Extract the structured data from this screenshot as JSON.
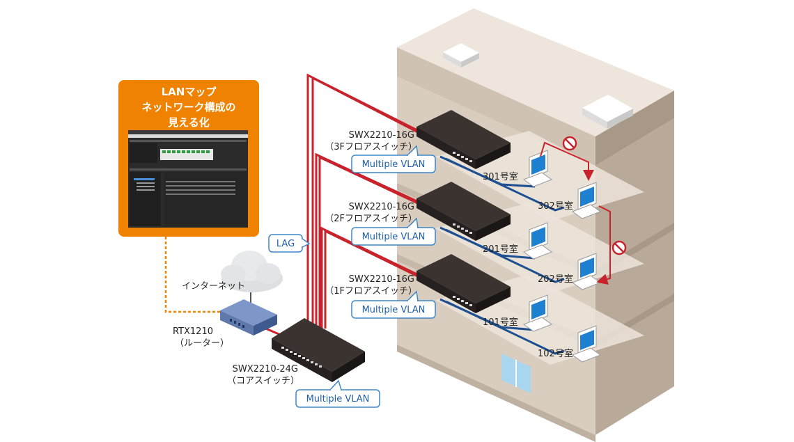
{
  "lanmap": {
    "title_line1": "LANマップ",
    "title_line2": "ネットワーク構成の",
    "title_line3": "見える化"
  },
  "internet_label": "インターネット",
  "router": {
    "model": "RTX1210",
    "role": "（ルーター）"
  },
  "core_switch": {
    "model": "SWX2210-24G",
    "role": "（コアスイッチ）",
    "callout": "Multiple VLAN"
  },
  "lag_label": "LAG",
  "floor_switches": [
    {
      "model": "SWX2210-16G",
      "role": "（3Fフロアスイッチ）",
      "callout": "Multiple VLAN"
    },
    {
      "model": "SWX2210-16G",
      "role": "（2Fフロアスイッチ）",
      "callout": "Multiple VLAN"
    },
    {
      "model": "SWX2210-16G",
      "role": "（1Fフロアスイッチ）",
      "callout": "Multiple VLAN"
    }
  ],
  "rooms": [
    "301号室",
    "302号室",
    "201号室",
    "202号室",
    "101号室",
    "102号室"
  ],
  "colors": {
    "orange": "#ef8200",
    "red_cable": "#c8232c",
    "blue_cable": "#1d4f91",
    "building": "#d8cbbd"
  },
  "icons": [
    "cloud-icon",
    "router-icon",
    "switch-icon",
    "laptop-icon",
    "no-entry-icon"
  ]
}
